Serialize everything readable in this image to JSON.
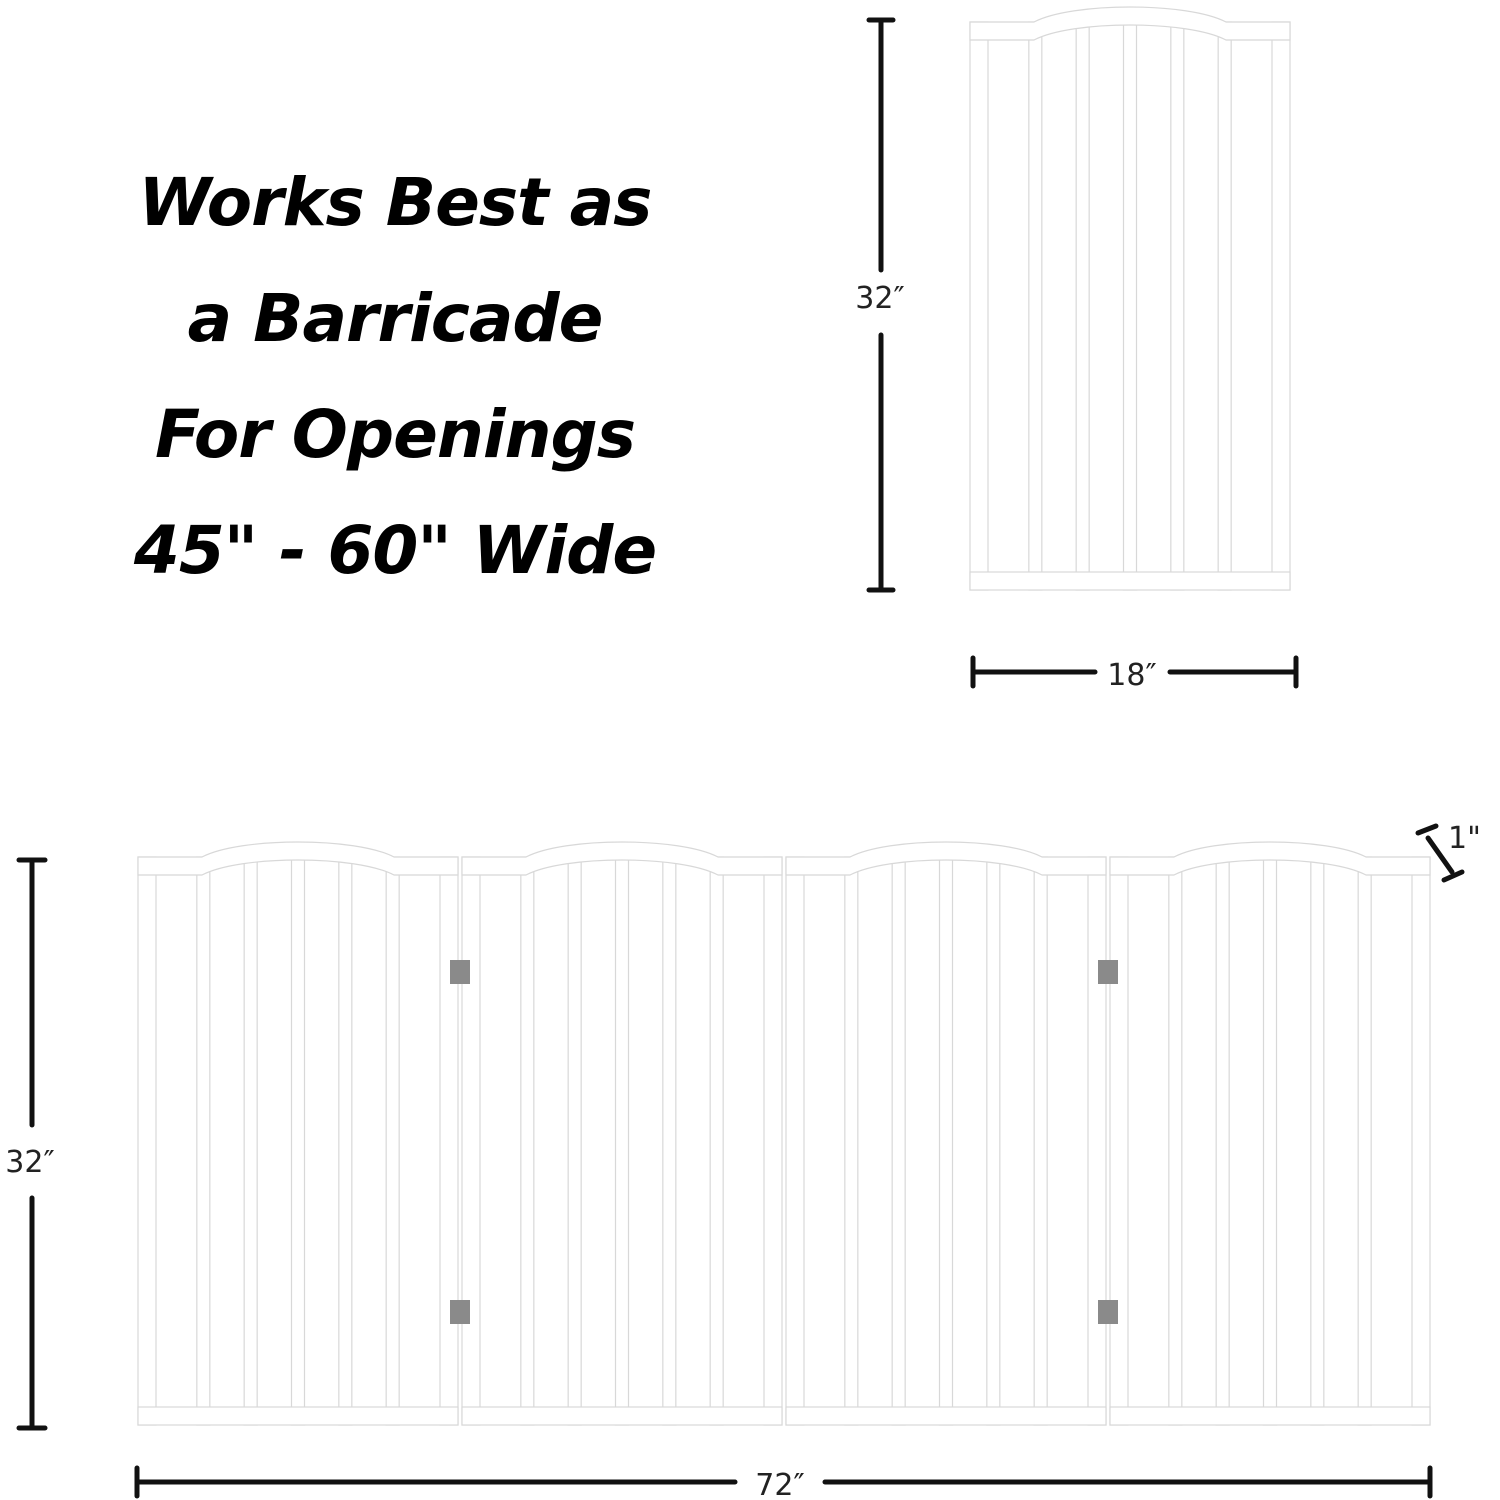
{
  "headline": {
    "lines": [
      "Works Best as",
      "a Barricade",
      "For Openings",
      "45\" - 60\" Wide"
    ]
  },
  "single_panel": {
    "height_label": "32″",
    "width_label": "18″"
  },
  "full_gate": {
    "panel_count": 4,
    "height_label": "32″",
    "width_label": "72″",
    "thickness_label": "1\""
  },
  "colors": {
    "gate": "#ffffff",
    "gate_edge": "#d8d8d8",
    "hinge": "#8a8a8a",
    "dimension_line": "#111111"
  }
}
